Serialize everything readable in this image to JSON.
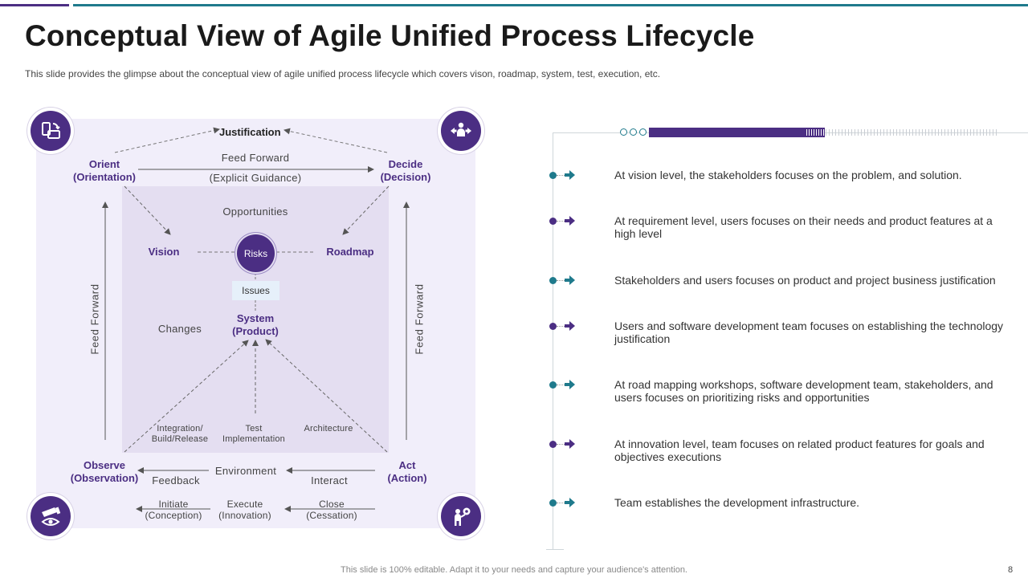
{
  "header": {
    "title": "Conceptual View of Agile Unified Process Lifecycle",
    "subtitle": "This slide provides the glimpse about the conceptual view of agile unified process lifecycle which covers vison, roadmap, system, test, execution, etc."
  },
  "colors": {
    "primary_purple": "#4b2e83",
    "teal": "#1f7a8c",
    "panel_light": "#f1eefa",
    "panel_inner": "#e4def1"
  },
  "diagram": {
    "justification": "Justification",
    "orient": [
      "Orient",
      "(Orientation)"
    ],
    "decide": [
      "Decide",
      "(Decision)"
    ],
    "observe": [
      "Observe",
      "(Observation)"
    ],
    "act": [
      "Act",
      "(Action)"
    ],
    "feed_forward_top": "Feed Forward",
    "explicit_guidance": "(Explicit Guidance)",
    "feed_forward_left": "Feed Forward",
    "feed_forward_right": "Feed Forward",
    "opportunities": "Opportunities",
    "vision": "Vision",
    "risks": "Risks",
    "roadmap": "Roadmap",
    "issues": "Issues",
    "changes": "Changes",
    "system": [
      "System",
      "(Product)"
    ],
    "integration": [
      "Integration/",
      "Build/Release"
    ],
    "test": [
      "Test",
      "Implementation"
    ],
    "architecture": "Architecture",
    "environment": "Environment",
    "feedback": "Feedback",
    "interact": "Interact",
    "initiate": [
      "Initiate",
      "(Conception)"
    ],
    "execute": [
      "Execute",
      "(Innovation)"
    ],
    "close": [
      "Close",
      "(Cessation)"
    ],
    "icons": {
      "top_left": "phone-rotate-icon",
      "top_right": "team-arrows-icon",
      "bottom_left": "telescope-eye-icon",
      "bottom_right": "person-gear-icon"
    }
  },
  "timeline": {
    "items": [
      {
        "text": "At vision level, the stakeholders focuses on the problem, and solution.",
        "color": "#1f7a8c"
      },
      {
        "text": "At requirement level, users focuses on their needs and product features at a high level",
        "color": "#4b2e83"
      },
      {
        "text": "Stakeholders and users focuses on product and project business justification",
        "color": "#1f7a8c"
      },
      {
        "text": "Users and software development team focuses on establishing the technology justification",
        "color": "#4b2e83"
      },
      {
        "text": "At road mapping workshops, software development team, stakeholders, and users focuses on prioritizing risks and opportunities",
        "color": "#1f7a8c"
      },
      {
        "text": "At innovation level, team focuses on related product features for goals and objectives executions",
        "color": "#4b2e83"
      },
      {
        "text": "Team establishes the development infrastructure.",
        "color": "#1f7a8c"
      }
    ]
  },
  "footer": {
    "note": "This slide is 100% editable. Adapt it to your needs and capture your audience's attention.",
    "page": "8"
  }
}
